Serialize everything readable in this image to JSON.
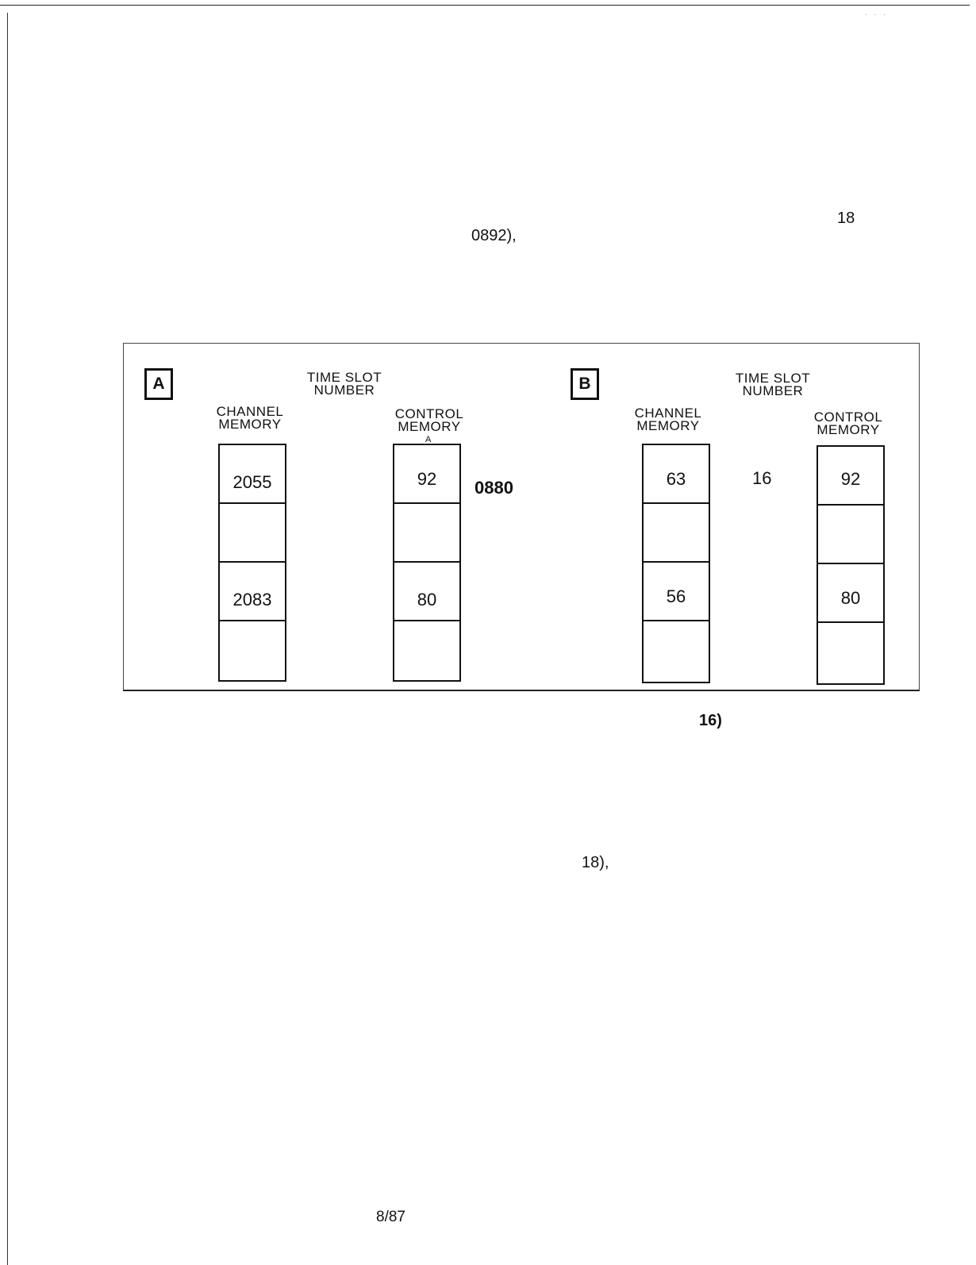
{
  "page": {
    "corner_marks": "· · ·",
    "fragments": {
      "f1": "18",
      "f2": "0892),",
      "f3": "16)",
      "f4": "18),"
    },
    "footer_date": "8/87"
  },
  "figure": {
    "panel_a": {
      "label": "A",
      "channel_memory_header": "CHANNEL MEMORY",
      "time_slot_header": "TIME SLOT NUMBER",
      "control_memory_header": "CONTROL MEMORY",
      "control_marker": "A",
      "channel_memory": [
        "2055",
        "",
        "2083",
        ""
      ],
      "control_memory": [
        "92",
        "",
        "80",
        ""
      ],
      "side_value": "0880"
    },
    "panel_b": {
      "label": "B",
      "channel_memory_header": "CHANNEL MEMORY",
      "time_slot_header": "TIME SLOT NUMBER",
      "control_memory_header": "CONTROL MEMORY",
      "channel_memory": [
        "63",
        "",
        "56",
        ""
      ],
      "time_slot_value": "16",
      "control_memory": [
        "92",
        "",
        "80",
        ""
      ]
    }
  }
}
